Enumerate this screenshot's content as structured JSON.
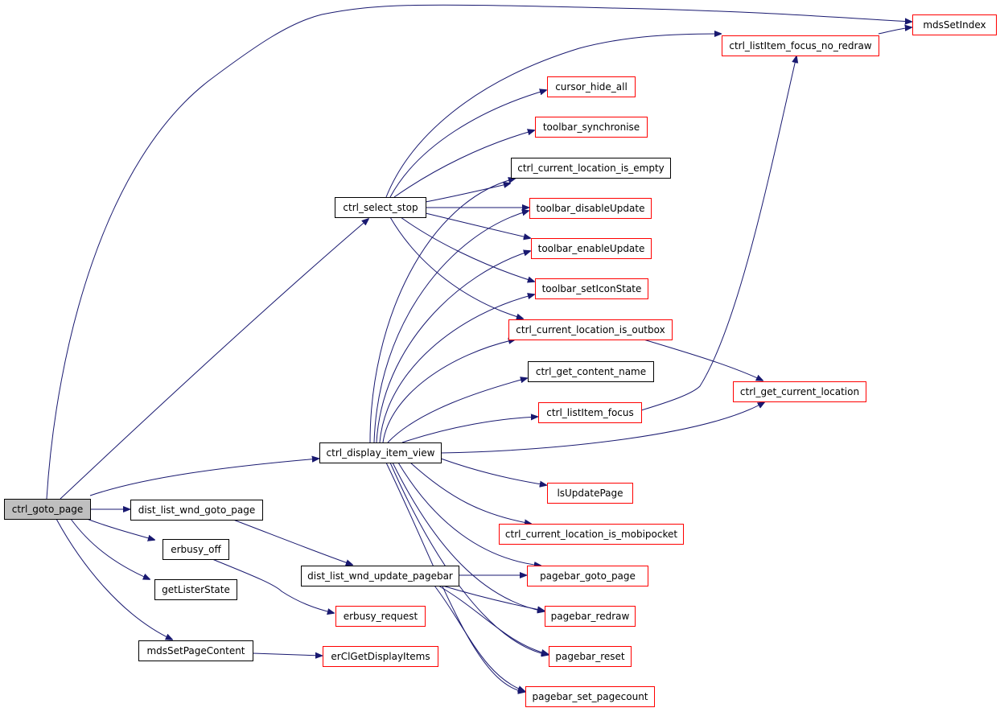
{
  "diagram": {
    "type": "call-graph",
    "colors": {
      "edge": "#191970",
      "root_fill": "#bfbfbf",
      "documented_border": "#000000",
      "undocumented_border": "#ff0000",
      "background": "#ffffff"
    },
    "nodes": [
      {
        "id": "ctrl_goto_page",
        "label": "ctrl_goto_page",
        "style": "root"
      },
      {
        "id": "dist_list_wnd_goto_page",
        "label": "dist_list_wnd_goto_page",
        "style": "black"
      },
      {
        "id": "erbusy_off",
        "label": "erbusy_off",
        "style": "black"
      },
      {
        "id": "getListerState",
        "label": "getListerState",
        "style": "black"
      },
      {
        "id": "mdsSetPageContent",
        "label": "mdsSetPageContent",
        "style": "black"
      },
      {
        "id": "ctrl_select_stop",
        "label": "ctrl_select_stop",
        "style": "black"
      },
      {
        "id": "ctrl_display_item_view",
        "label": "ctrl_display_item_view",
        "style": "black"
      },
      {
        "id": "dist_list_wnd_update_pagebar",
        "label": "dist_list_wnd_update_pagebar",
        "style": "black"
      },
      {
        "id": "erbusy_request",
        "label": "erbusy_request",
        "style": "red"
      },
      {
        "id": "erClGetDisplayItems",
        "label": "erClGetDisplayItems",
        "style": "red"
      },
      {
        "id": "mdsSetIndex",
        "label": "mdsSetIndex",
        "style": "red"
      },
      {
        "id": "ctrl_listItem_focus_no_redraw",
        "label": "ctrl_listItem_focus_no_redraw",
        "style": "red"
      },
      {
        "id": "cursor_hide_all",
        "label": "cursor_hide_all",
        "style": "red"
      },
      {
        "id": "toolbar_synchronise",
        "label": "toolbar_synchronise",
        "style": "red"
      },
      {
        "id": "ctrl_current_location_is_empty",
        "label": "ctrl_current_location_is_empty",
        "style": "black"
      },
      {
        "id": "toolbar_disableUpdate",
        "label": "toolbar_disableUpdate",
        "style": "red"
      },
      {
        "id": "toolbar_enableUpdate",
        "label": "toolbar_enableUpdate",
        "style": "red"
      },
      {
        "id": "toolbar_setIconState",
        "label": "toolbar_setIconState",
        "style": "red"
      },
      {
        "id": "ctrl_current_location_is_outbox",
        "label": "ctrl_current_location_is_outbox",
        "style": "red"
      },
      {
        "id": "ctrl_get_content_name",
        "label": "ctrl_get_content_name",
        "style": "black"
      },
      {
        "id": "ctrl_listItem_focus",
        "label": "ctrl_listItem_focus",
        "style": "red"
      },
      {
        "id": "ctrl_get_current_location",
        "label": "ctrl_get_current_location",
        "style": "red"
      },
      {
        "id": "lsUpdatePage",
        "label": "lsUpdatePage",
        "style": "red"
      },
      {
        "id": "ctrl_current_location_is_mobipocket",
        "label": "ctrl_current_location_is_mobipocket",
        "style": "red"
      },
      {
        "id": "pagebar_goto_page",
        "label": "pagebar_goto_page",
        "style": "red"
      },
      {
        "id": "pagebar_redraw",
        "label": "pagebar_redraw",
        "style": "red"
      },
      {
        "id": "pagebar_reset",
        "label": "pagebar_reset",
        "style": "red"
      },
      {
        "id": "pagebar_set_pagecount",
        "label": "pagebar_set_pagecount",
        "style": "red"
      }
    ],
    "edges": [
      [
        "ctrl_goto_page",
        "mdsSetIndex"
      ],
      [
        "ctrl_goto_page",
        "ctrl_select_stop"
      ],
      [
        "ctrl_goto_page",
        "ctrl_display_item_view"
      ],
      [
        "ctrl_goto_page",
        "dist_list_wnd_goto_page"
      ],
      [
        "ctrl_goto_page",
        "erbusy_off"
      ],
      [
        "ctrl_goto_page",
        "getListerState"
      ],
      [
        "ctrl_goto_page",
        "mdsSetPageContent"
      ],
      [
        "dist_list_wnd_goto_page",
        "dist_list_wnd_update_pagebar"
      ],
      [
        "erbusy_off",
        "erbusy_request"
      ],
      [
        "mdsSetPageContent",
        "erClGetDisplayItems"
      ],
      [
        "ctrl_select_stop",
        "ctrl_listItem_focus_no_redraw"
      ],
      [
        "ctrl_select_stop",
        "cursor_hide_all"
      ],
      [
        "ctrl_select_stop",
        "toolbar_synchronise"
      ],
      [
        "ctrl_select_stop",
        "ctrl_current_location_is_empty"
      ],
      [
        "ctrl_select_stop",
        "toolbar_disableUpdate"
      ],
      [
        "ctrl_select_stop",
        "toolbar_enableUpdate"
      ],
      [
        "ctrl_select_stop",
        "toolbar_setIconState"
      ],
      [
        "ctrl_select_stop",
        "ctrl_current_location_is_outbox"
      ],
      [
        "ctrl_listItem_focus_no_redraw",
        "mdsSetIndex"
      ],
      [
        "ctrl_display_item_view",
        "ctrl_current_location_is_empty"
      ],
      [
        "ctrl_display_item_view",
        "toolbar_disableUpdate"
      ],
      [
        "ctrl_display_item_view",
        "toolbar_enableUpdate"
      ],
      [
        "ctrl_display_item_view",
        "toolbar_setIconState"
      ],
      [
        "ctrl_display_item_view",
        "ctrl_current_location_is_outbox"
      ],
      [
        "ctrl_display_item_view",
        "ctrl_get_content_name"
      ],
      [
        "ctrl_display_item_view",
        "ctrl_listItem_focus"
      ],
      [
        "ctrl_display_item_view",
        "ctrl_get_current_location"
      ],
      [
        "ctrl_display_item_view",
        "lsUpdatePage"
      ],
      [
        "ctrl_display_item_view",
        "ctrl_current_location_is_mobipocket"
      ],
      [
        "ctrl_display_item_view",
        "pagebar_goto_page"
      ],
      [
        "ctrl_display_item_view",
        "pagebar_redraw"
      ],
      [
        "ctrl_display_item_view",
        "pagebar_reset"
      ],
      [
        "ctrl_display_item_view",
        "pagebar_set_pagecount"
      ],
      [
        "ctrl_current_location_is_outbox",
        "ctrl_get_current_location"
      ],
      [
        "ctrl_listItem_focus",
        "ctrl_listItem_focus_no_redraw"
      ],
      [
        "dist_list_wnd_update_pagebar",
        "pagebar_goto_page"
      ],
      [
        "dist_list_wnd_update_pagebar",
        "pagebar_redraw"
      ],
      [
        "dist_list_wnd_update_pagebar",
        "pagebar_reset"
      ],
      [
        "dist_list_wnd_update_pagebar",
        "pagebar_set_pagecount"
      ]
    ]
  }
}
